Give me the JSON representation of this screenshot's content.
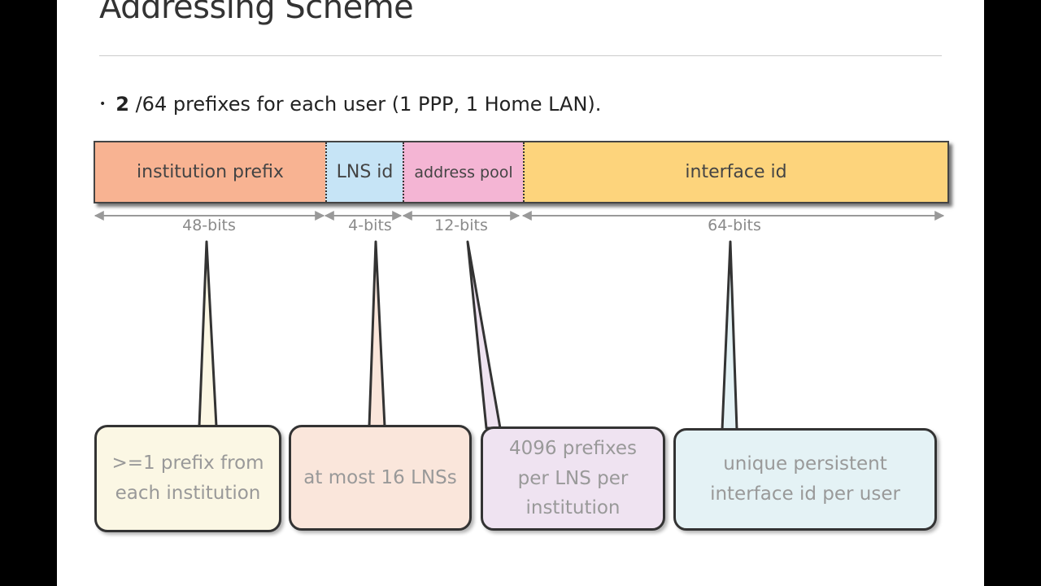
{
  "slide": {
    "title": "Addressing Scheme",
    "bullet": {
      "bold": "2",
      "text": " /64 prefixes for each user (1 PPP, 1 Home LAN)."
    }
  },
  "segments": [
    {
      "label": "institution prefix",
      "bits": "48-bits",
      "color": "#F8B392"
    },
    {
      "label": "LNS id",
      "bits": "4-bits",
      "color": "#C6E4F6"
    },
    {
      "label": "address pool",
      "bits": "12-bits",
      "color": "#F4B5D4"
    },
    {
      "label": "interface id",
      "bits": "64-bits",
      "color": "#FDD47C"
    }
  ],
  "callouts": [
    {
      "text": ">=1 prefix from each institution",
      "color": "#FBF7E4"
    },
    {
      "text": "at most 16 LNSs",
      "color": "#FAE6DB"
    },
    {
      "text": "4096 prefixes per LNS per institution",
      "color": "#EFE3F1"
    },
    {
      "text": "unique persistent interface id per user",
      "color": "#E4F2F5"
    }
  ]
}
